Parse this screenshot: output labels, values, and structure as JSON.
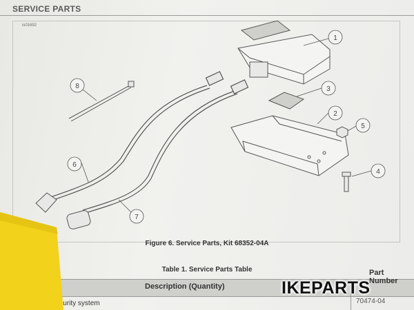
{
  "page": {
    "section_title": "SERVICE PARTS",
    "figure_id": "is01692",
    "figure_caption": "Figure 6. Service Parts, Kit 68352-04A",
    "table_title": "Table 1. Service Parts Table",
    "watermark": "IKEPARTS"
  },
  "callouts": [
    "1",
    "2",
    "3",
    "4",
    "5",
    "6",
    "7",
    "8"
  ],
  "table": {
    "headers": {
      "description": "Description (Quantity)",
      "part_number": "Part Number"
    },
    "rows": [
      {
        "description": "mart Siren, security system",
        "part_number": "70474-04"
      }
    ]
  },
  "colors": {
    "paper": "#efefec",
    "ink": "#444444",
    "sticky_note": "#f2d21b"
  }
}
